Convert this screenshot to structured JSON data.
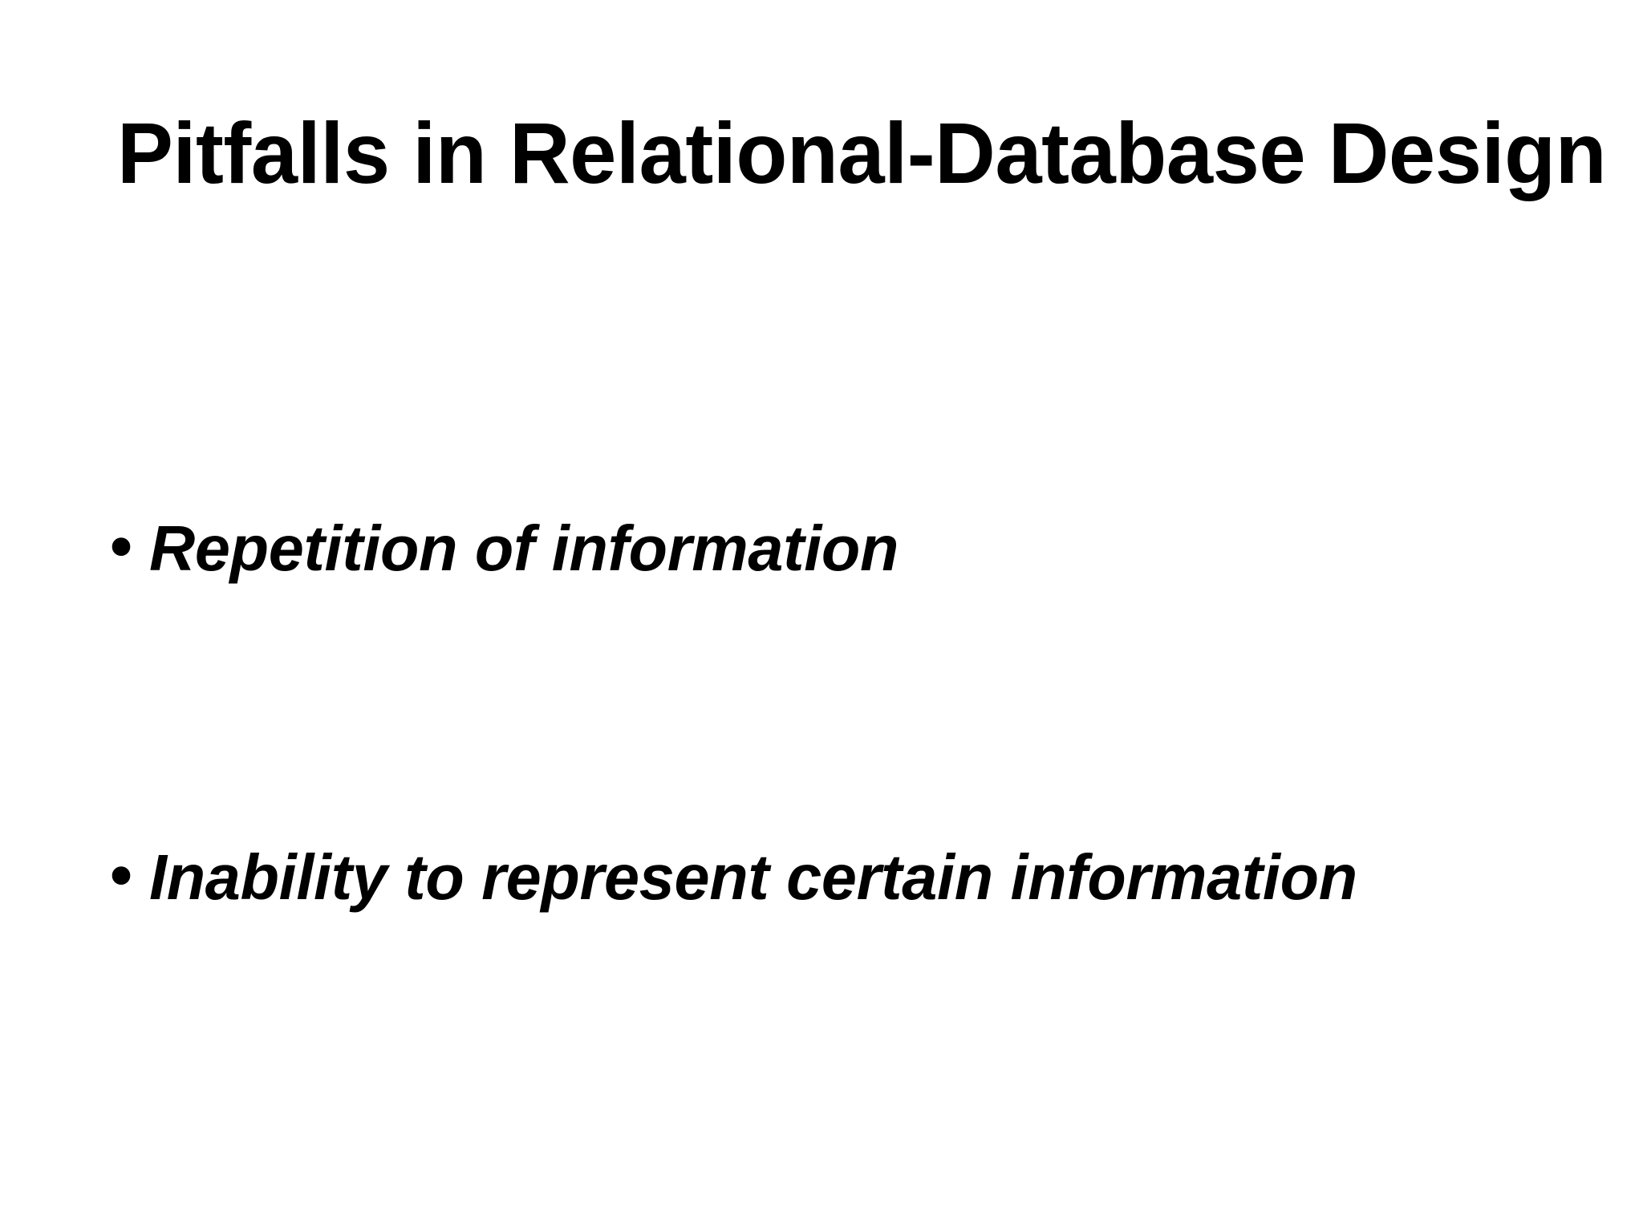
{
  "slide": {
    "background_color": "#ffffff",
    "text_color": "#000000",
    "title": "Pitfalls in Relational-Database Design",
    "bullets": [
      {
        "marker": "•",
        "text": "Repetition of information"
      },
      {
        "marker": "•",
        "text": "Inability to represent certain information"
      }
    ]
  }
}
